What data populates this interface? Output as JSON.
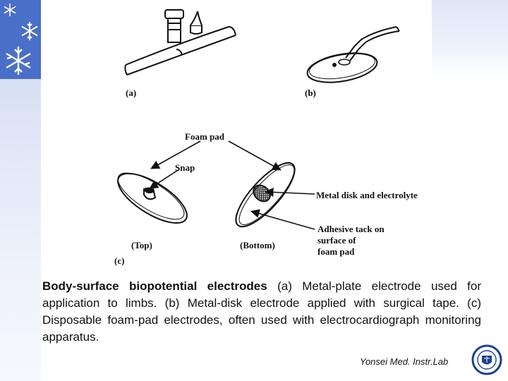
{
  "figure": {
    "labels": {
      "a": "(a)",
      "b": "(b)",
      "c": "(c)",
      "foam_pad": "Foam pad",
      "snap": "Snap",
      "metal_disk": "Metal disk and electrolyte",
      "adhesive_line1": "Adhesive tack on",
      "adhesive_line2": "surface of",
      "adhesive_line3": "foam pad",
      "top": "(Top)",
      "bottom": "(Bottom)"
    }
  },
  "caption": {
    "title": "Body-surface biopotential electrodes",
    "body": " (a) Metal-plate electrode used for application to limbs. (b) Metal-disk electrode applied with surgical tape. (c) Disposable foam-pad electrodes, often used with electrocardiograph monitoring apparatus."
  },
  "footer": {
    "credit": "Yonsei Med. Instr.Lab"
  },
  "colors": {
    "snow_tile": "#4a6fc8",
    "band": "#dfe6f7"
  }
}
